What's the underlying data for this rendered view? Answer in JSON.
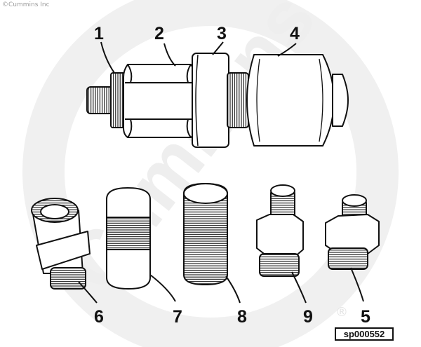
{
  "copyright": "©Cummins Inc",
  "watermark": "Cummins",
  "registered_mark": "®",
  "figure_id": "sp000552",
  "callouts": [
    "1",
    "2",
    "3",
    "4",
    "5",
    "6",
    "7",
    "8",
    "9"
  ],
  "colors": {
    "line": "#111111",
    "fill": "#ffffff",
    "watermark": "#eeeeee"
  }
}
